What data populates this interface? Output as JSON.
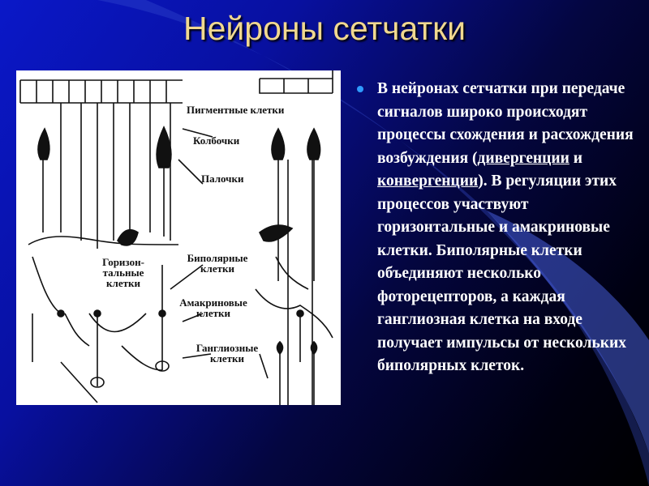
{
  "slide": {
    "title": "Нейроны сетчатки"
  },
  "figure": {
    "labels": {
      "pigment": "Пигментные клетки",
      "cones": "Колбочки",
      "rods": "Палочки",
      "horizontal": "Горизон-тальные клетки",
      "bipolar": "Биполярные клетки",
      "amacrine": "Амакриновые клетки",
      "ganglion": "Ганглиозные клетки"
    }
  },
  "bullet": {
    "part1": "В нейронах сетчатки при передаче сигналов широко происходят процессы схождения и расхождения возбуждения (",
    "link1": "дивергенции",
    "part2": " и ",
    "link2": "конвергенции",
    "part3": "). В регуляции этих процессов участвуют горизонтальные и амакриновые клетки. Биполярные клетки объединяют несколько фоторецепторов, а каждая ганглиозная клетка на входе получает импульсы от нескольких биполярных клеток."
  },
  "colors": {
    "title": "#f0d890",
    "bullet": "#2f9bff",
    "text": "#ffffff"
  }
}
